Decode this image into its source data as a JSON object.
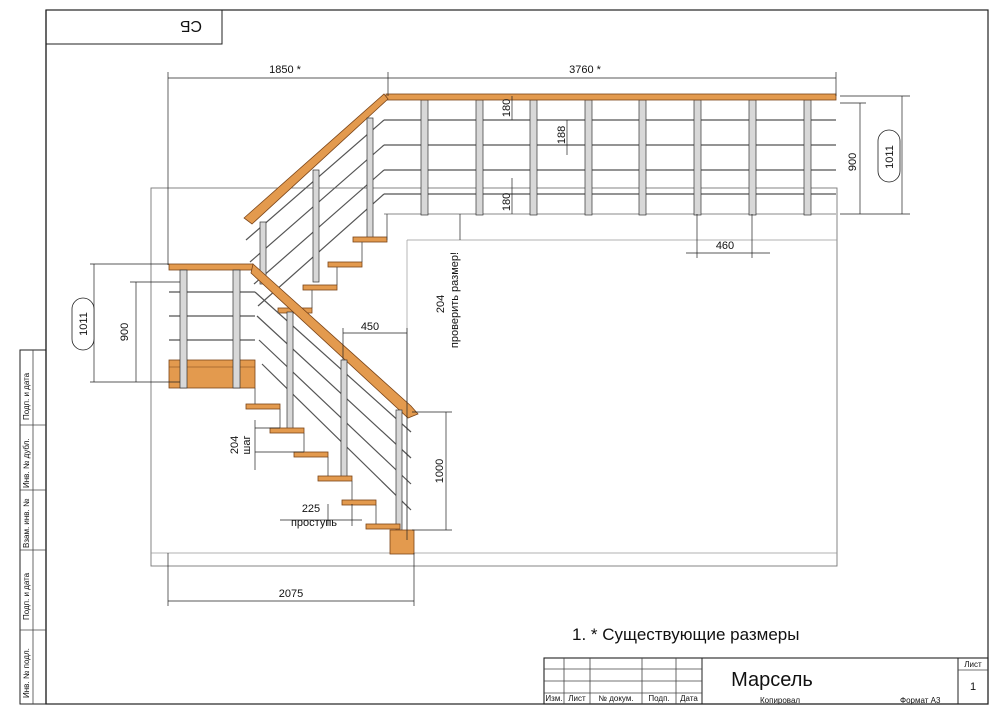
{
  "stamp": "СБ",
  "dimensions": {
    "top_left": "1850 *",
    "top_right": "3760 *",
    "right_height_900": "900",
    "right_height_1011": "1011",
    "left_height_900": "900",
    "left_height_1011": "1011",
    "baluster_top_gap": "180",
    "rail_spacing": "188",
    "baluster_bottom_gap": "180",
    "post_spacing": "460",
    "offset_450": "450",
    "check_value": "204",
    "check_note": "проверить размер!",
    "step_value": "204",
    "step_label": "шаг",
    "flight_height": "1000",
    "tread_value": "225",
    "tread_label": "проступь",
    "bottom_width": "2075"
  },
  "note": "1. * Существующие размеры",
  "side_stamp": [
    "Подп. и дата",
    "Инв. № дубл.",
    "Взам. инв. №",
    "Подп. и дата",
    "Инв. № подл."
  ],
  "title_block": {
    "title": "Марсель",
    "sheet_label": "Лист",
    "sheet_number": "1",
    "columns": [
      "Изм.",
      "Лист",
      "№ докум.",
      "Подп.",
      "Дата"
    ],
    "copied": "Копировал",
    "format": "Формат А3"
  }
}
